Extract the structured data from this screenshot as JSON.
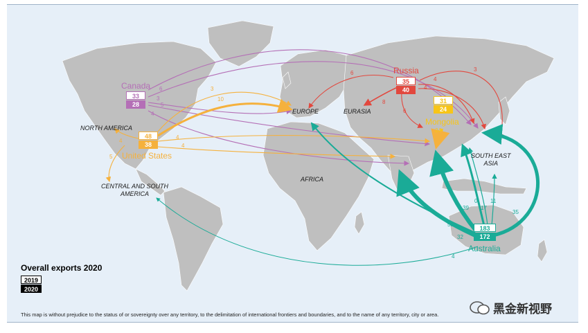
{
  "legend": {
    "title": "Overall exports 2020",
    "year_prior": "2019",
    "year_current": "2020"
  },
  "regions": {
    "europe": "EUROPE",
    "eurasia": "EURASIA",
    "north_america": "NORTH AMERICA",
    "central_south_america": "CENTRAL AND SOUTH\nAMERICA",
    "africa": "AFRICA",
    "south_east_asia": "SOUTH EAST\nASIA"
  },
  "exporters": {
    "canada": {
      "name": "Canada",
      "v2019": "33",
      "v2020": "28",
      "color": "#b46fb6"
    },
    "united_states": {
      "name": "United States",
      "v2019": "48",
      "v2020": "38",
      "color": "#f5b13d"
    },
    "russia": {
      "name": "Russia",
      "v2019": "35",
      "v2020": "40",
      "color": "#e2483e"
    },
    "mongolia": {
      "name": "Mongolia",
      "v2019": "31",
      "v2020": "24",
      "color": "#f7c518"
    },
    "australia": {
      "name": "Australia",
      "v2019": "183",
      "v2020": "172",
      "color": "#1aab97"
    }
  },
  "flow_values": {
    "canada": [
      "6",
      "3",
      "5",
      "4"
    ],
    "us": [
      "3",
      "10",
      "4",
      "4",
      "4",
      "5"
    ],
    "russia": [
      "6",
      "8",
      "6",
      "4",
      "4",
      "3"
    ],
    "mongolia": [
      "24"
    ],
    "australia": [
      "39",
      "0",
      "17",
      "11",
      "55",
      "32",
      "35",
      "4"
    ]
  },
  "disclaimer": "This map is without prejudice to the status of or sovereignty over any territory, to the delimitation of international frontiers and boundaries, and to the name of any territory, city or area.",
  "watermark": "黑金新视野",
  "colors": {
    "ocean": "#e6eff8",
    "land": "#bfbfbf"
  }
}
